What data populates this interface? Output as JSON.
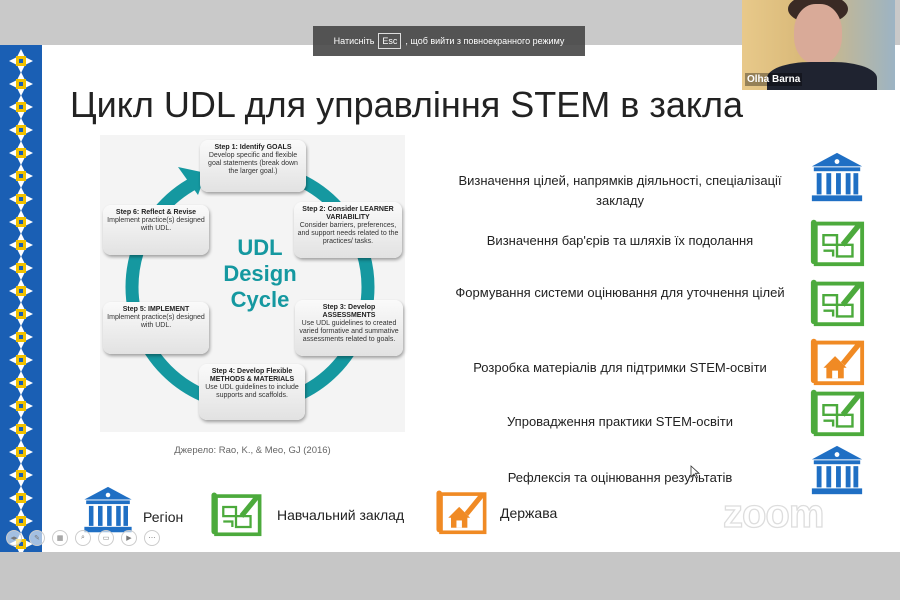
{
  "slide": {
    "title": "Цикл UDL для управління STEM в закла",
    "diagram": {
      "center_title": [
        "UDL",
        "Design",
        "Cycle"
      ],
      "steps": [
        {
          "title": "Step 1: Identify GOALS",
          "body": "Develop specific and flexible goal statements (break down the larger goal.)"
        },
        {
          "title": "Step 2: Consider LEARNER VARIABILITY",
          "body": "Consider barriers, preferences, and support needs related to the practices/ tasks."
        },
        {
          "title": "Step 3: Develop ASSESSMENTS",
          "body": "Use UDL guidelines to created varied formative and summative assessments related to goals."
        },
        {
          "title": "Step 4: Develop Flexible METHODS & MATERIALS",
          "body": "Use UDL guidelines to include supports and scaffolds."
        },
        {
          "title": "Step 5: IMPLEMENT",
          "body": "Implement practice(s) designed with UDL."
        },
        {
          "title": "Step 6: Reflect & Revise",
          "body": "Implement practice(s) designed with UDL."
        }
      ],
      "source": "Джерело: Rao, K., & Meo, GJ (2016)",
      "ring_color": "#1598a0"
    },
    "items": [
      {
        "text": "Визначення цілей, напрямків діяльності, спеціалізації закладу",
        "icon": "bank-icon"
      },
      {
        "text": "Визначення бар'єрів та шляхів їх подолання",
        "icon": "blueprint-icon"
      },
      {
        "text": "Формування системи оцінювання для уточнення цілей",
        "icon": "blueprint-icon"
      },
      {
        "text": "Розробка матеріалів для підтримки STEM-освіти",
        "icon": "house-plan-icon"
      },
      {
        "text": "Упровадження практики STEM-освіти",
        "icon": "blueprint-icon"
      },
      {
        "text": "Рефлексія та оцінювання результатів",
        "icon": "bank-icon"
      }
    ],
    "legend": [
      {
        "label": "Регіон",
        "icon": "bank-icon"
      },
      {
        "label": "Навчальний заклад",
        "icon": "blueprint-icon"
      },
      {
        "label": "Держава",
        "icon": "house-plan-icon"
      }
    ],
    "colors": {
      "blue": "#1f6fc4",
      "green": "#4caa3c",
      "orange": "#f08a24"
    }
  },
  "zoom": {
    "esc_prefix": "Натисніть",
    "esc_key": "Esc",
    "esc_suffix": ", щоб вийти з повноекранного режиму",
    "participant_name": "Olha Barna",
    "logo": "zoom"
  }
}
